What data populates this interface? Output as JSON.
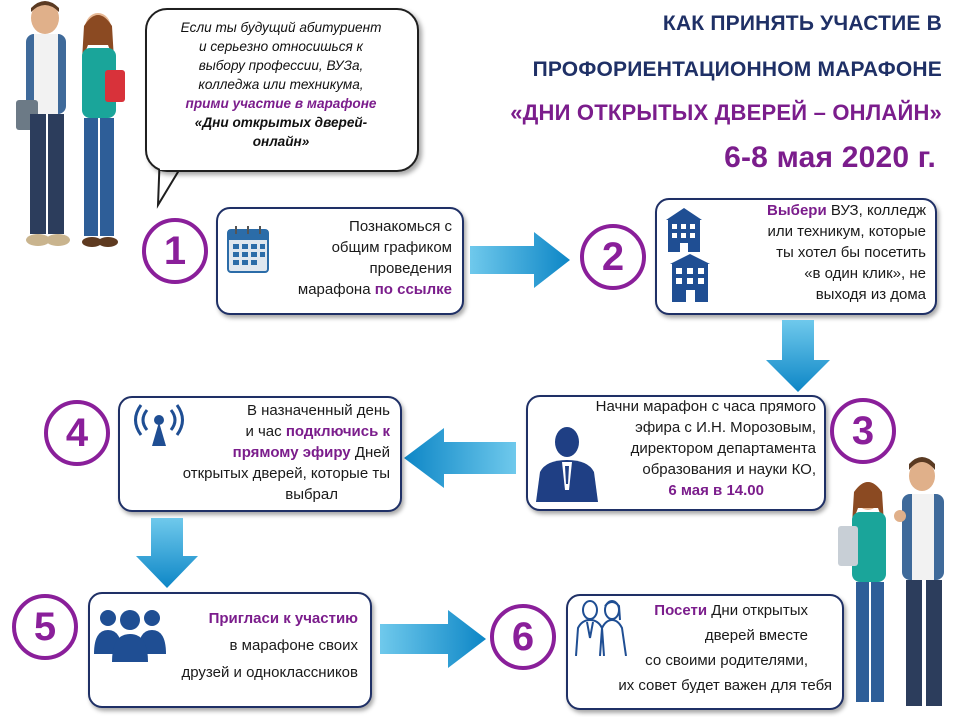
{
  "title": {
    "line1": "КАК ПРИНЯТЬ УЧАСТИЕ В",
    "line2": "ПРОФОРИЕНТАЦИОННОМ МАРАФОНЕ",
    "line3": "«ДНИ ОТКРЫТЫХ ДВЕРЕЙ – ОНЛАЙН»",
    "dates": "6-8 мая 2020 г."
  },
  "bubble": {
    "line1": "Если ты будущий абитуриент",
    "line2": "и серьезно относишься к",
    "line3": "выбору профессии, ВУЗа,",
    "line4": "колледжа или техникума,",
    "accent": "прими участие в марафоне",
    "bold1": "«Дни открытых дверей-",
    "bold2": "онлайн»"
  },
  "steps": [
    {
      "number": "1",
      "line1": "Познакомься с",
      "line2": "общим графиком",
      "line3": "проведения",
      "line4_plain": "марафона ",
      "line4_hl": "по ссылке"
    },
    {
      "number": "2",
      "hl": "Выбери",
      "line1_rest": " ВУЗ, колледж",
      "line2": "или техникум, которые",
      "line3": "ты хотел бы посетить",
      "line4": "«в один клик», не",
      "line5": "выходя из дома"
    },
    {
      "number": "3",
      "line1": "Начни марафон с часа прямого",
      "line2": "эфира с И.Н. Морозовым,",
      "line3": "директором департамента",
      "line4": "образования и науки КО,",
      "hl": "6 мая в 14.00"
    },
    {
      "number": "4",
      "line1": "В назначенный день",
      "line2_plain": "и час ",
      "line2_hl": "подключись к",
      "line3_hl": "прямому эфиру",
      "line3_rest": " Дней",
      "line4": "открытых дверей, которые ты",
      "line5": "выбрал"
    },
    {
      "number": "5",
      "hl": "Пригласи к участию",
      "line2": "в марафоне своих",
      "line3": "друзей и одноклассников"
    },
    {
      "number": "6",
      "hl": "Посети",
      "line1_rest": " Дни открытых",
      "line2": "дверей вместе",
      "line3": "со своими родителями,",
      "line4": "их совет будет важен для тебя"
    }
  ],
  "colors": {
    "accent": "#7b1d8c",
    "circle": "#8a1f9a",
    "navy": "#1f3066",
    "arrow": "#1a9ad6"
  },
  "icons": [
    "calendar-icon",
    "buildings-icon",
    "speaker-person-icon",
    "broadcast-antenna-icon",
    "group-icon",
    "parents-icon",
    "students-illustration"
  ]
}
